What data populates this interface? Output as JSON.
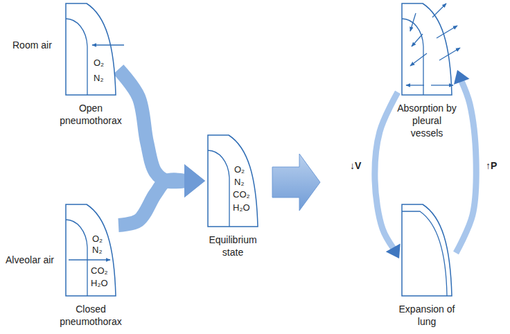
{
  "diagram": {
    "nodes": [
      {
        "text": [
          "O₂",
          "N₂",
          "Open pneumothorax"
        ]
      },
      {
        "text": [
          "O₂",
          "N₂",
          "CO₂",
          "H₂O",
          "Closed pneumothorax"
        ]
      },
      {
        "text": [
          "O₂",
          "N₂",
          "CO₂",
          "H₂O",
          "Equilibrium state"
        ]
      },
      {
        "text": [
          "Absorption by pleural vessels"
        ]
      },
      {
        "text": [
          "Expansion of lung"
        ]
      }
    ],
    "edges": [
      {
        "from": 0,
        "to": 2,
        "arrow": "to"
      },
      {
        "from": 1,
        "to": 2,
        "arrow": "to"
      },
      {
        "from": 3,
        "to": 4,
        "label": "↓V",
        "arrow": "to"
      },
      {
        "from": 4,
        "to": 3,
        "label": "↑P",
        "arrow": "to"
      }
    ],
    "labels": [
      "Room air",
      "Alveolar air"
    ]
  }
}
